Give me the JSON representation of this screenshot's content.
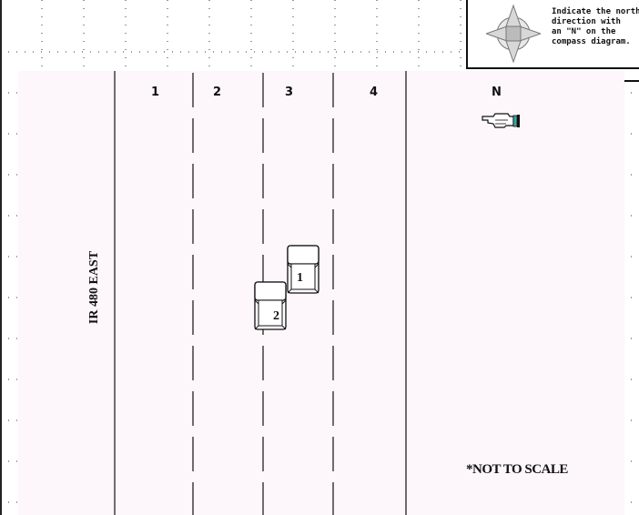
{
  "compass": {
    "line1": "Indicate the north",
    "line2": "direction with",
    "line3": "an \"N\" on the",
    "line4": "compass diagram."
  },
  "lanes": {
    "lane1": "1",
    "lane2": "2",
    "lane3": "3",
    "lane4": "4",
    "north": "N"
  },
  "road_name": "IR 480 EAST",
  "vehicles": {
    "vehicle1": "1",
    "vehicle2": "2"
  },
  "scale_note": "*NOT TO SCALE",
  "icons": {
    "compass": "compass-icon",
    "pointer": "pointing-hand-icon"
  }
}
